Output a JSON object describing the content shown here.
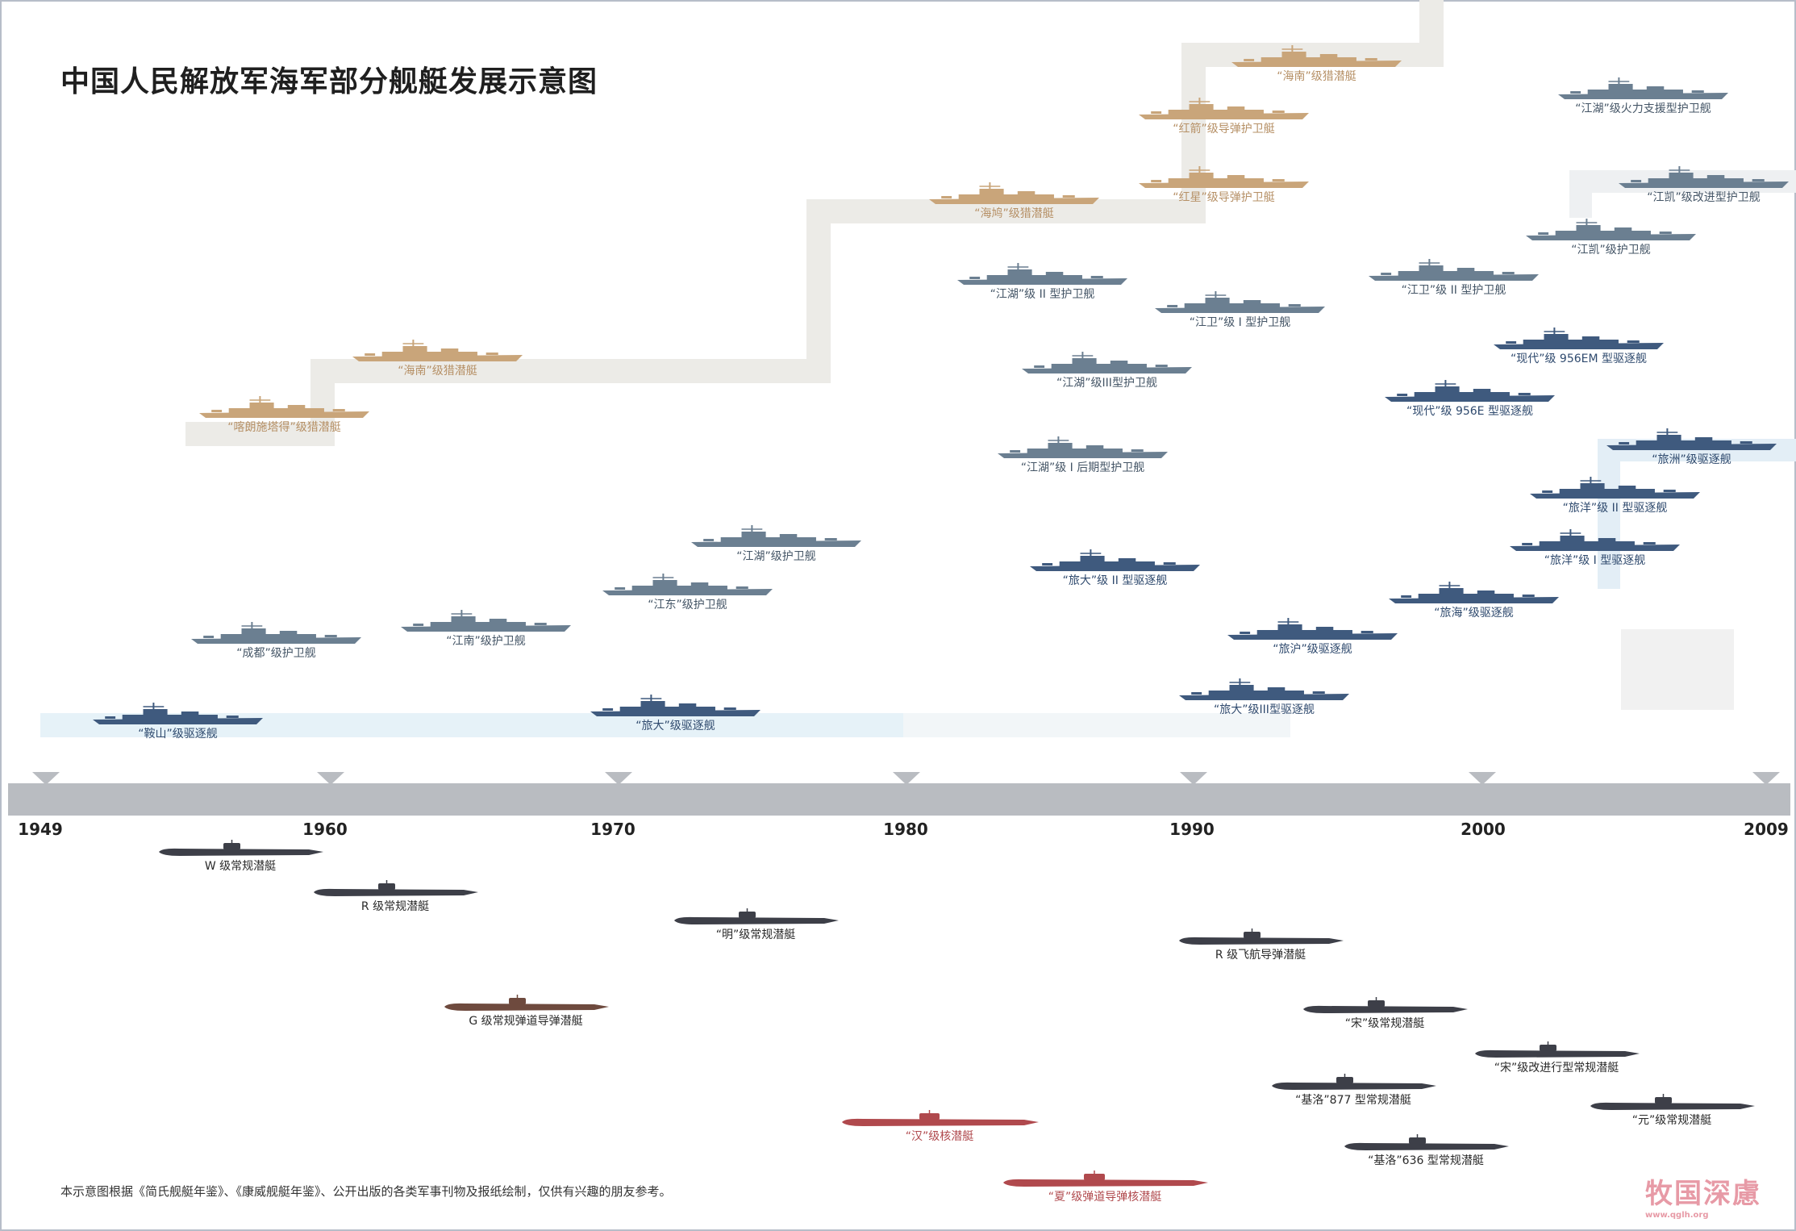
{
  "title": "中国人民解放军海军部分舰艇发展示意图",
  "footnote": "本示意图根据《简氏舰艇年鉴》、《康威舰艇年鉴》、公开出版的各类军事刊物及报纸绘制，仅供有兴趣的朋友参考。",
  "watermark": "牧国深慮",
  "watermark_sub": "www.qglh.org",
  "timeline": {
    "years": [
      "1949",
      "1960",
      "1970",
      "1980",
      "1990",
      "2000",
      "2009"
    ],
    "colors": {
      "axis": "#b9bcc1",
      "patrol": "#c9a57a",
      "frigate": "#6b7f91",
      "destroyer": "#3f5a7e",
      "submarine": "#3d3f48",
      "nuclear": "#b0494d",
      "band_gray": "#ecebe7",
      "band_blue": "#e6f2f8"
    }
  },
  "surface_ships": [
    {
      "label": "“海南”级猎潜艇",
      "type": "patrol"
    },
    {
      "label": "“红箭”级导弹护卫艇",
      "type": "patrol"
    },
    {
      "label": "“红星”级导弹护卫艇",
      "type": "patrol"
    },
    {
      "label": "“海鸠”级猎潜艇",
      "type": "patrol"
    },
    {
      "label": "“海南”级猎潜艇",
      "type": "patrol"
    },
    {
      "label": "“喀朗施塔得”级猎潜艇",
      "type": "patrol"
    },
    {
      "label": "“江湖”级火力支援型护卫舰",
      "type": "frigate"
    },
    {
      "label": "“江凯”级改进型护卫舰",
      "type": "frigate"
    },
    {
      "label": "“江凯”级护卫舰",
      "type": "frigate"
    },
    {
      "label": "“江卫”级 II 型护卫舰",
      "type": "frigate"
    },
    {
      "label": "“江湖”级 II 型护卫舰",
      "type": "frigate"
    },
    {
      "label": "“江卫”级 I 型护卫舰",
      "type": "frigate"
    },
    {
      "label": "“现代”级 956EM 型驱逐舰",
      "type": "destroyer"
    },
    {
      "label": "“江湖”级III型护卫舰",
      "type": "frigate"
    },
    {
      "label": "“现代”级 956E 型驱逐舰",
      "type": "destroyer"
    },
    {
      "label": "“旅洲”级驱逐舰",
      "type": "destroyer"
    },
    {
      "label": "“江湖”级 I 后期型护卫舰",
      "type": "frigate"
    },
    {
      "label": "“旅洋”级 II 型驱逐舰",
      "type": "destroyer"
    },
    {
      "label": "“旅洋”级 I 型驱逐舰",
      "type": "destroyer"
    },
    {
      "label": "“江湖”级护卫舰",
      "type": "frigate"
    },
    {
      "label": "“旅大”级 II 型驱逐舰",
      "type": "destroyer"
    },
    {
      "label": "“江东”级护卫舰",
      "type": "frigate"
    },
    {
      "label": "“旅海”级驱逐舰",
      "type": "destroyer"
    },
    {
      "label": "“成都”级护卫舰",
      "type": "frigate"
    },
    {
      "label": "“江南”级护卫舰",
      "type": "frigate"
    },
    {
      "label": "“旅沪”级驱逐舰",
      "type": "destroyer"
    },
    {
      "label": "“鞍山”级驱逐舰",
      "type": "destroyer"
    },
    {
      "label": "“旅大”级驱逐舰",
      "type": "destroyer"
    },
    {
      "label": "“旅大”级III型驱逐舰",
      "type": "destroyer"
    }
  ],
  "submarines": [
    {
      "label": "W 级常规潜艇",
      "type": "submarine"
    },
    {
      "label": "R 级常规潜艇",
      "type": "submarine"
    },
    {
      "label": "“明”级常规潜艇",
      "type": "submarine"
    },
    {
      "label": "R 级飞航导弹潜艇",
      "type": "submarine"
    },
    {
      "label": "G 级常规弹道导弹潜艇",
      "type": "ballistic"
    },
    {
      "label": "“宋”级常规潜艇",
      "type": "submarine"
    },
    {
      "label": "“宋”级改进行型常规潜艇",
      "type": "submarine"
    },
    {
      "label": "“基洛”877 型常规潜艇",
      "type": "submarine"
    },
    {
      "label": "“元”级常规潜艇",
      "type": "submarine"
    },
    {
      "label": "“汉”级核潜艇",
      "type": "nuclear"
    },
    {
      "label": "“基洛”636 型常规潜艇",
      "type": "submarine"
    },
    {
      "label": "“夏”级弹道导弹核潜艇",
      "type": "nuclear"
    }
  ]
}
